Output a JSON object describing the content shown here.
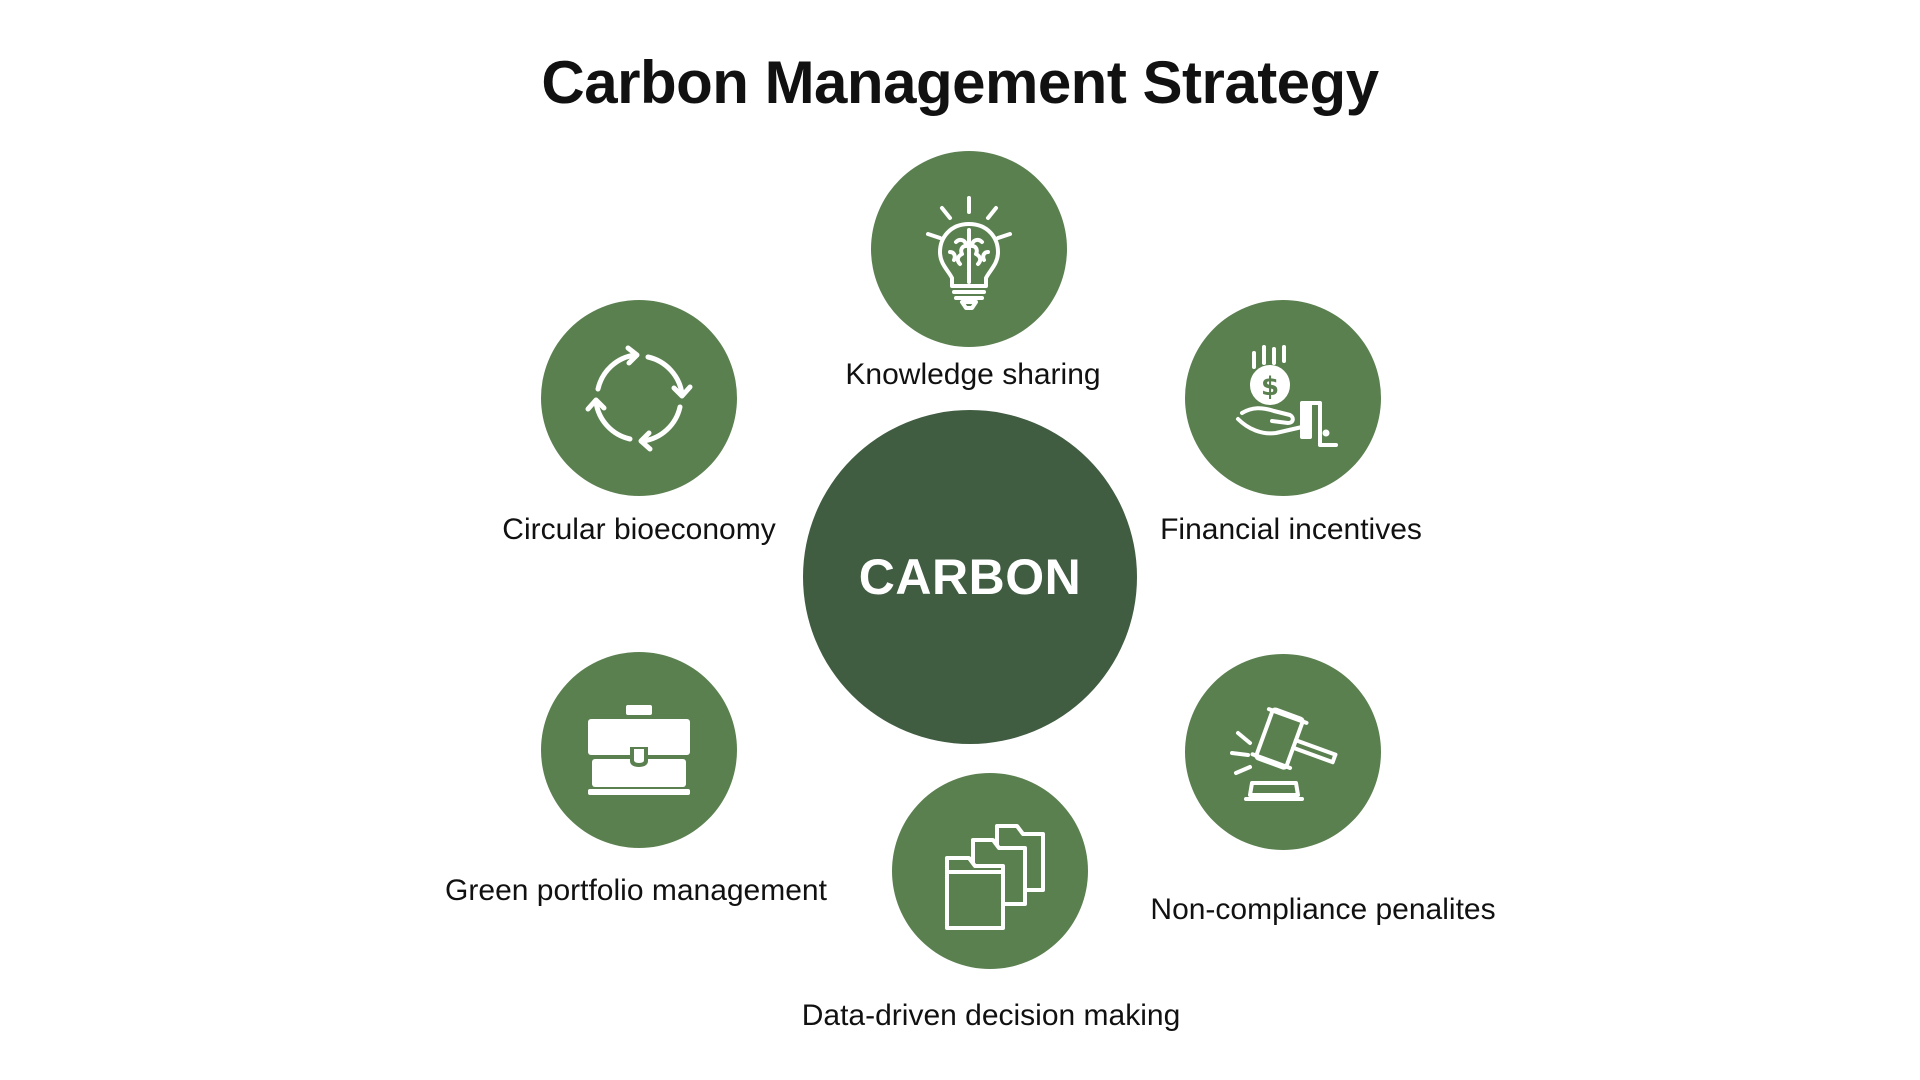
{
  "title": "Carbon Management Strategy",
  "center": {
    "label": "CARBON",
    "color": "#405c41"
  },
  "node_color": "#5b8050",
  "nodes": [
    {
      "id": "knowledge",
      "label": "Knowledge sharing",
      "icon": "lightbulb-brain-icon"
    },
    {
      "id": "financial",
      "label": "Financial incentives",
      "icon": "hand-coin-icon"
    },
    {
      "id": "penalties",
      "label": "Non-compliance penalites",
      "icon": "gavel-icon"
    },
    {
      "id": "data",
      "label": "Data-driven decision making",
      "icon": "folders-icon"
    },
    {
      "id": "portfolio",
      "label": "Green portfolio management",
      "icon": "briefcase-icon"
    },
    {
      "id": "circular",
      "label": "Circular bioeconomy",
      "icon": "cycle-arrows-icon"
    }
  ]
}
